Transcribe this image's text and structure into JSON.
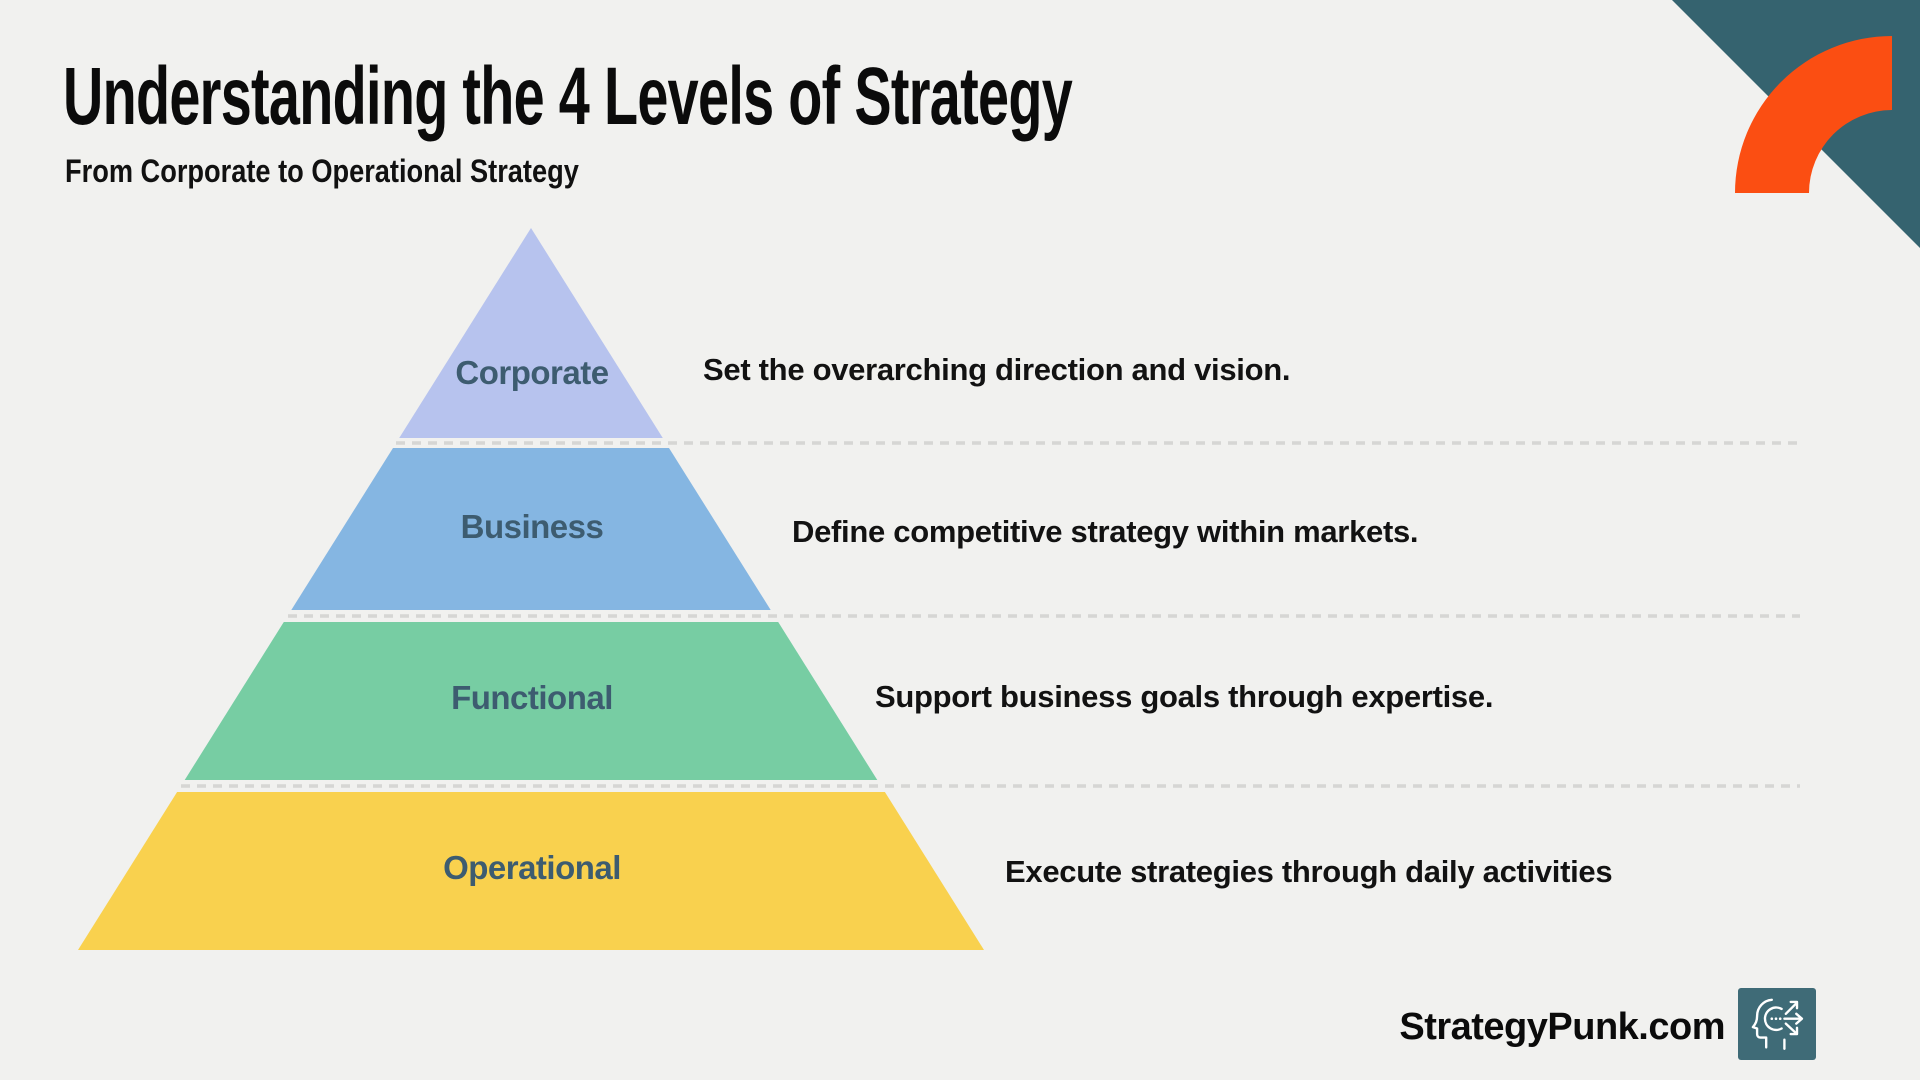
{
  "page": {
    "background": "#f1f1ef"
  },
  "header": {
    "title": "Understanding the 4 Levels of Strategy",
    "subtitle": "From Corporate to Operational Strategy"
  },
  "decor": {
    "corner_triangle_color": "#35636f",
    "corner_arc_color": "#fb4e12",
    "separator_color": "#d6d6d4"
  },
  "pyramid": {
    "label_color": "#3d5c70",
    "levels": [
      {
        "name": "Corporate",
        "description": "Set the overarching direction and vision.",
        "color": "#b7c3ee"
      },
      {
        "name": "Business",
        "description": "Define competitive strategy within markets.",
        "color": "#85b6e2"
      },
      {
        "name": "Functional",
        "description": "Support business goals through expertise.",
        "color": "#77cda3"
      },
      {
        "name": "Operational",
        "description": "Execute strategies through daily activities",
        "color": "#f9d14e"
      }
    ]
  },
  "footer": {
    "site": "StrategyPunk.com",
    "logo_background": "#3f6b77",
    "logo_icon": "head-strategy-icon"
  }
}
